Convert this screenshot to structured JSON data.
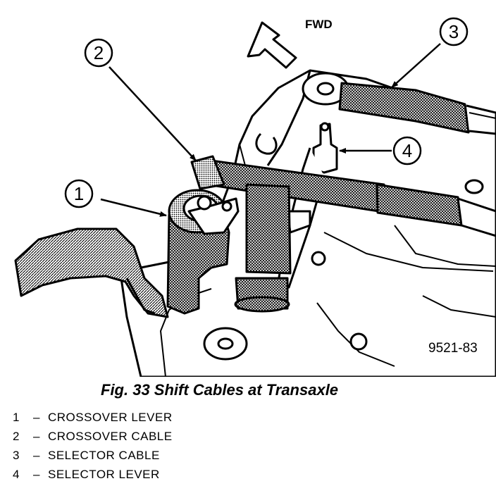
{
  "figure": {
    "direction_label": "FWD",
    "reference_code": "9521-83",
    "callouts": [
      "1",
      "2",
      "3",
      "4"
    ]
  },
  "caption": "Fig. 33 Shift Cables at Transaxle",
  "legend": [
    {
      "number": "1",
      "separator": "–",
      "label": "CROSSOVER LEVER"
    },
    {
      "number": "2",
      "separator": "–",
      "label": "CROSSOVER CABLE"
    },
    {
      "number": "3",
      "separator": "–",
      "label": "SELECTOR CABLE"
    },
    {
      "number": "4",
      "separator": "–",
      "label": "SELECTOR LEVER"
    }
  ]
}
